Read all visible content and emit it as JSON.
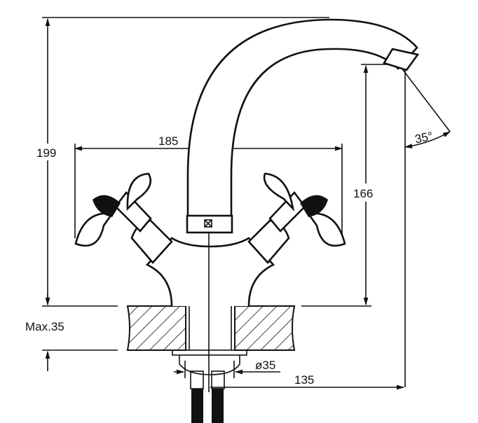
{
  "drawing": {
    "colors": {
      "line": "#111111",
      "background": "#ffffff"
    },
    "dimensions": {
      "total_height": "199",
      "handle_span": "185",
      "spout_height": "166",
      "spout_angle": "35°",
      "max_counter_thickness": "Max.35",
      "hole_diameter": "ø35",
      "spout_reach": "135"
    }
  }
}
